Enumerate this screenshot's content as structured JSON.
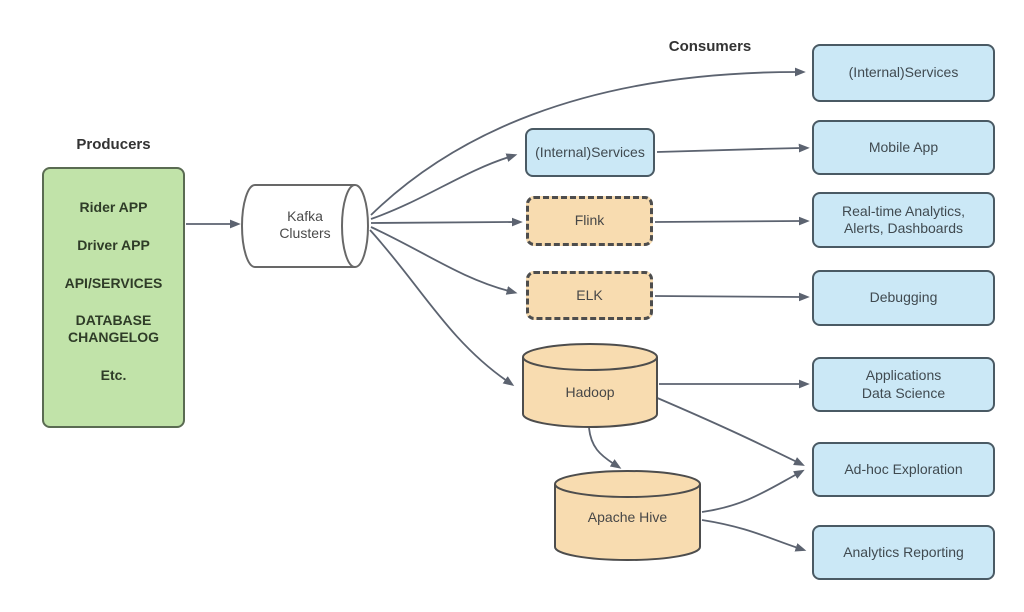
{
  "colors": {
    "green-fill": "#c1e3a9",
    "green-border": "#5a6b52",
    "green-text": "#2f3c28",
    "blue-fill": "#cbe8f6",
    "blue-border": "#4a5a64",
    "orange-fill": "#f8dcb0",
    "orange-border": "#4d4d4d",
    "white-fill": "#ffffff",
    "kafka-border": "#686868",
    "arrow": "#5c6370",
    "text-dark": "#404a50",
    "header-text": "#333333"
  },
  "producers": {
    "header": "Producers",
    "items": [
      "Rider APP",
      "Driver APP",
      "API/SERVICES",
      "DATABASE\nCHANGELOG",
      "Etc."
    ]
  },
  "kafka": {
    "label": "Kafka\nClusters"
  },
  "middle": {
    "services": "(Internal)Services",
    "flink": "Flink",
    "elk": "ELK",
    "hadoop": "Hadoop",
    "hive": "Apache Hive"
  },
  "consumers": {
    "header": "Consumers",
    "boxes": [
      "(Internal)Services",
      "Mobile App",
      "Real-time Analytics,\nAlerts, Dashboards",
      "Debugging",
      "Applications\nData Science",
      "Ad-hoc Exploration",
      "Analytics Reporting"
    ]
  }
}
